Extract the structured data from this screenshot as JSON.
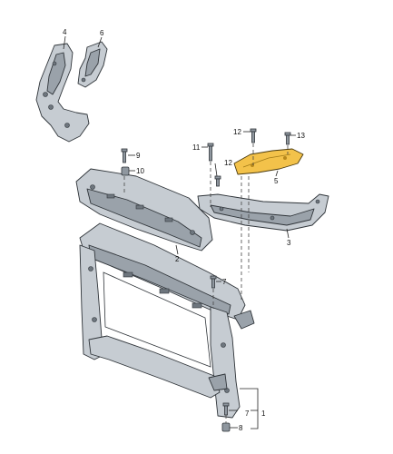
{
  "diagram": {
    "callouts": {
      "c1": "1",
      "c3": "3",
      "c4": "4",
      "c5": "5",
      "c6": "6",
      "c7a": "7",
      "c7b": "7",
      "c8": "8",
      "c9": "9",
      "c10": "10",
      "c11": "11",
      "c12a": "12",
      "c12b": "12",
      "c13": "13",
      "c2": "2"
    },
    "highlight_color": "#f3c24a",
    "part_color": "#c6ccd2"
  }
}
